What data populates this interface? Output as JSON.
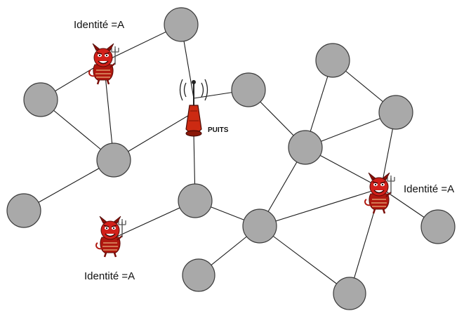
{
  "labels": {
    "intruder_top": "Identité =A",
    "intruder_right": "Identité =A",
    "intruder_bottom": "Identité =A",
    "sink": "PUITS"
  },
  "colors": {
    "node_fill": "#a9a9a9",
    "node_stroke": "#3a3a3a",
    "edge": "#1a1a1a",
    "devil_red": "#d1201a",
    "devil_dark": "#7a0d08",
    "antenna_red": "#cc2a12"
  },
  "icons": {
    "intruder": "devil-icon",
    "sink": "antenna-icon"
  }
}
